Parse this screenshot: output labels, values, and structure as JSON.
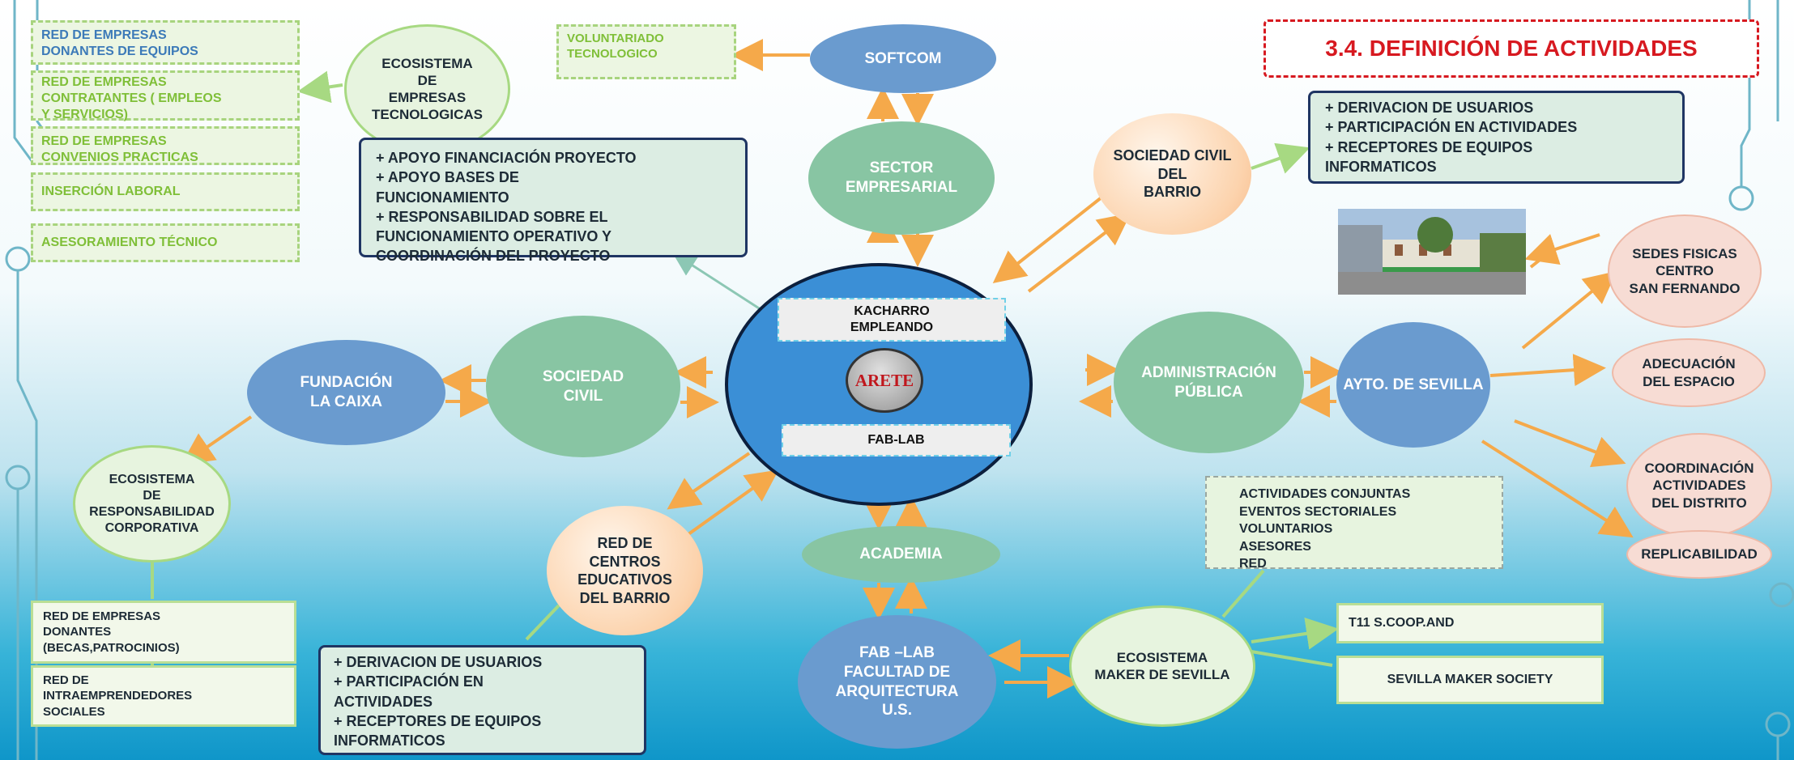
{
  "title": "3.4. DEFINICIÓN DE ACTIVIDADES",
  "left_boxes": [
    "RED DE EMPRESAS\nDONANTES DE EQUIPOS",
    "RED DE EMPRESAS\nCONTRATANTES ( EMPLEOS\nY SERVICIOS)",
    "RED DE EMPRESAS\nCONVENIOS PRACTICAS",
    "INSERCIÓN LABORAL",
    "ASESORAMIENTO TÉCNICO"
  ],
  "nodes": {
    "ecosistema_tec": "ECOSISTEMA\nDE\nEMPRESAS\nTECNOLOGICAS",
    "voluntariado": "VOLUNTARIADO\nTECNOLOGICO",
    "softcom": "SOFTCOM",
    "sector_empresarial": "SECTOR\nEMPRESARIAL",
    "sociedad_civil_barrio": "SOCIEDAD CIVIL\nDEL\nBARRIO",
    "kacharro": "KACHARRO\nEMPLEANDO",
    "arete": "ARETE",
    "fablab": "FAB-LAB",
    "fundacion": "FUNDACIÓN\nLA CAIXA",
    "sociedad_civil": "SOCIEDAD\nCIVIL",
    "administracion": "ADMINISTRACIÓN\nPÚBLICA",
    "ayto": "AYTO. DE SEVILLA",
    "sedes": "SEDES FISICAS\nCENTRO\nSAN FERNANDO",
    "adecuacion": "ADECUACIÓN\nDEL ESPACIO",
    "coordinacion": "COORDINACIÓN\nACTIVIDADES\nDEL DISTRITO",
    "replicabilidad": "REPLICABILIDAD",
    "ecosistema_rsc": "ECOSISTEMA\nDE\nRESPONSABILIDAD\nCORPORATIVA",
    "red_centros": "RED DE\nCENTROS\nEDUCATIVOS\nDEL BARRIO",
    "academia": "ACADEMIA",
    "fablab_arq": "FAB –LAB\nFACULTAD DE\nARQUITECTURA\nU.S.",
    "ecosistema_maker": "ECOSISTEMA\nMAKER DE SEVILLA"
  },
  "box_apoyo": "+ APOYO FINANCIACIÓN PROYECTO\n+ APOYO BASES DE\nFUNCIONAMIENTO\n+ RESPONSABILIDAD SOBRE EL\nFUNCIONAMIENTO OPERATIVO Y\nCOORDINACIÓN DEL PROYECTO",
  "box_barrio": "+ DERIVACION DE USUARIOS\n+ PARTICIPACIÓN EN ACTIVIDADES\n+ RECEPTORES DE EQUIPOS\nINFORMATICOS",
  "box_centros": "+ DERIVACION DE USUARIOS\n+ PARTICIPACIÓN EN\nACTIVIDADES\n+ RECEPTORES DE EQUIPOS\nINFORMATICOS",
  "box_actividades": "ACTIVIDADES CONJUNTAS\nEVENTOS SECTORIALES\nVOLUNTARIOS\nASESORES\nRED",
  "box_donantes": "RED DE EMPRESAS\nDONANTES\n(BECAS,PATROCINIOS)",
  "box_intraemp": "RED DE\nINTRAEMPRENDEDORES\nSOCIALES",
  "box_t11": "T11 S.COOP.AND",
  "box_sms": "SEVILLA MAKER SOCIETY",
  "colors": {
    "arrow": "#f5a94a",
    "green_line": "#a7d982",
    "title_red": "#d71920",
    "navy": "#1f3563"
  }
}
